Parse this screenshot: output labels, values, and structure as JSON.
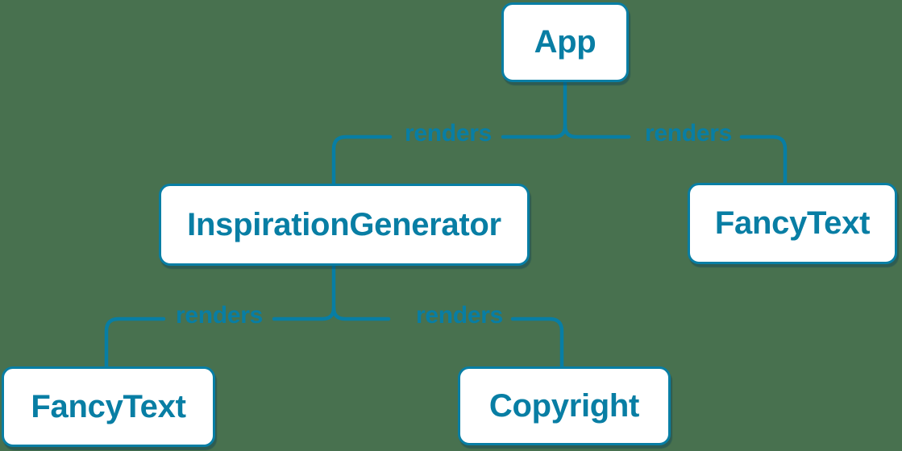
{
  "diagram": {
    "background_color": "#48714F",
    "accent_color": "#087EA4",
    "nodes": [
      {
        "id": "app",
        "label": "App"
      },
      {
        "id": "inspiration-generator",
        "label": "InspirationGenerator"
      },
      {
        "id": "fancy-text-top",
        "label": "FancyText"
      },
      {
        "id": "fancy-text-bottom",
        "label": "FancyText"
      },
      {
        "id": "copyright",
        "label": "Copyright"
      }
    ],
    "edges": [
      {
        "from": "App",
        "to": "InspirationGenerator",
        "label": "renders"
      },
      {
        "from": "App",
        "to": "FancyText",
        "label": "renders"
      },
      {
        "from": "InspirationGenerator",
        "to": "FancyText",
        "label": "renders"
      },
      {
        "from": "InspirationGenerator",
        "to": "Copyright",
        "label": "renders"
      }
    ]
  }
}
